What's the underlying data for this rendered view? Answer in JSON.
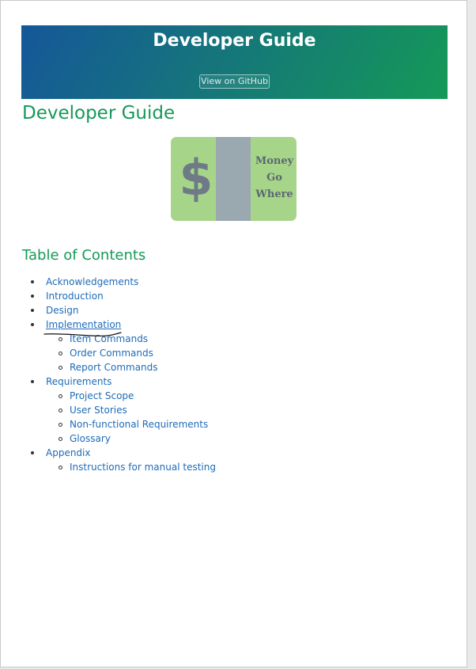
{
  "banner": {
    "title": "Developer Guide",
    "github_button": "View on GitHub",
    "gradient_start": "#155799",
    "gradient_end": "#159957"
  },
  "page": {
    "heading": "Developer Guide"
  },
  "logo": {
    "symbol": "$",
    "line1": "Money",
    "line2": "Go",
    "line3": "Where",
    "background_color": "#a6d58a",
    "band_color": "#9aa8b0"
  },
  "toc": {
    "heading": "Table of Contents",
    "items": [
      {
        "label": "Acknowledgements"
      },
      {
        "label": "Introduction"
      },
      {
        "label": "Design"
      },
      {
        "label": "Implementation",
        "children": [
          {
            "label": "Item Commands"
          },
          {
            "label": "Order Commands"
          },
          {
            "label": "Report Commands"
          }
        ]
      },
      {
        "label": "Requirements",
        "children": [
          {
            "label": "Project Scope"
          },
          {
            "label": "User Stories"
          },
          {
            "label": "Non-functional Requirements"
          },
          {
            "label": "Glossary"
          }
        ]
      },
      {
        "label": "Appendix",
        "children": [
          {
            "label": "Instructions for manual testing"
          }
        ]
      }
    ]
  },
  "colors": {
    "heading": "#159957",
    "link": "#1e6bb8"
  }
}
